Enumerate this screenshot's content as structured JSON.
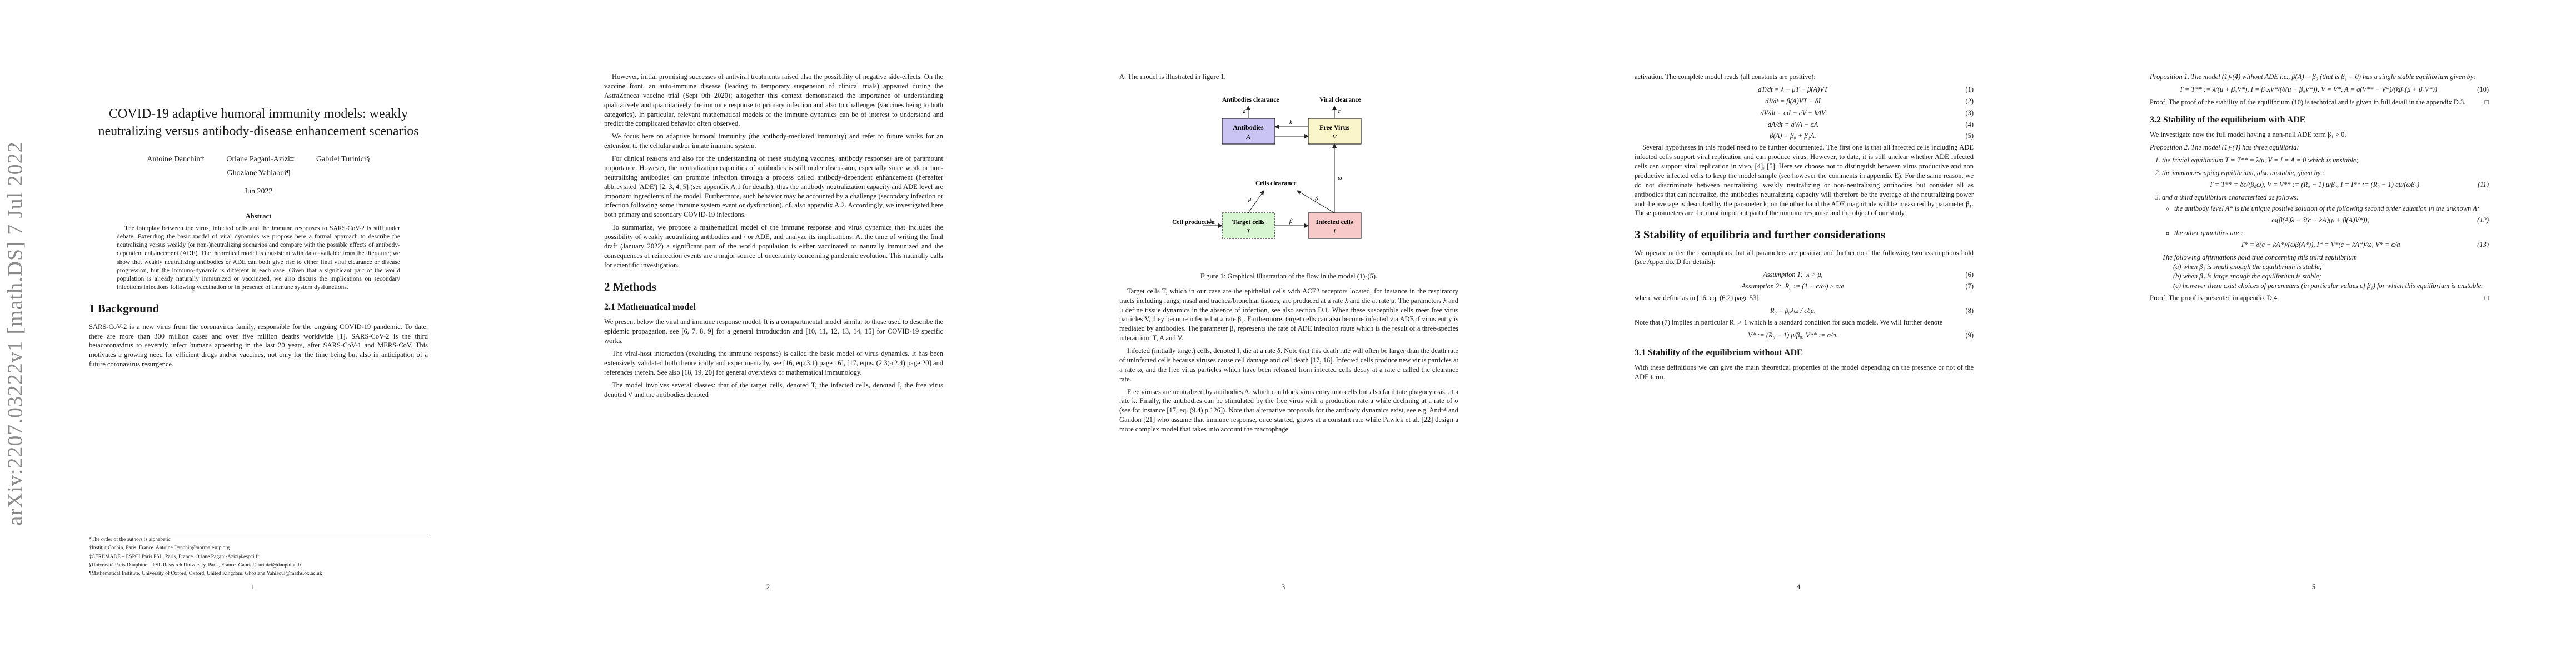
{
  "arxiv_stamp": "arXiv:2207.03222v1  [math.DS]  7 Jul 2022",
  "page1": {
    "title": "COVID-19 adaptive humoral immunity models: weakly neutralizing versus antibody-disease enhancement scenarios",
    "authors": [
      "Antoine Danchin†",
      "Oriane Pagani-Azizi‡",
      "Gabriel Turinici§"
    ],
    "author4": "Ghozlane Yahiaoui¶",
    "date": "Jun 2022",
    "abstract_title": "Abstract",
    "abstract": "The interplay between the virus, infected cells and the immune responses to SARS-CoV-2 is still under debate. Extending the basic model of viral dynamics we propose here a formal approach to describe the neutralizing versus weakly (or non-)neutralizing scenarios and compare with the possible effects of antibody-dependent enhancement (ADE). The theoretical model is consistent with data available from the literature; we show that weakly neutralizing antibodies or ADE can both give rise to either final viral clearance or disease progression, but the immuno-dynamic is different in each case. Given that a significant part of the world population is already naturally immunized or vaccinated, we also discuss the implications on secondary infections infections following vaccination or in presence of immune system dysfunctions.",
    "section1": "1   Background",
    "background": "SARS-CoV-2 is a new virus from the coronavirus family, responsible for the ongoing COVID-19 pandemic. To date, there are more than 300 million cases and over five million deaths worldwide [1]. SARS-CoV-2 is the third betacoronavirus to severely infect humans appearing in the last 20 years, after SARS-CoV-1 and MERS-CoV. This motivates a growing need for efficient drugs and/or vaccines, not only for the time being but also in anticipation of a future coronavirus resurgence.",
    "footnotes": [
      "*The order of the authors is alphabetic",
      "†Institut Cochin, Paris, France. Antoine.Danchin@normalesup.org",
      "‡CEREMADE – ESPCI Paris PSL, Paris, France. Oriane.Pagani-Azizi@espci.fr",
      "§Université Paris Dauphine – PSL Research University, Paris, France. Gabriel.Turinici@dauphine.fr",
      "¶Mathematical Institute, University of Oxford, Oxford, United Kingdom. Ghozlane.Yahiaoui@maths.ox.ac.uk"
    ],
    "page_number": "1"
  },
  "page2": {
    "paragraphs": [
      "However, initial promising successes of antiviral treatments raised also the possibility of negative side-effects. On the vaccine front, an auto-immune disease (leading to temporary suspension of clinical trials) appeared during the AstraZeneca vaccine trial (Sept 9th 2020); altogether this context demonstrated the importance of understanding qualitatively and quantitatively the immune response to primary infection and also to challenges (vaccines being to both categories). In particular, relevant mathematical models of the immune dynamics can be of interest to understand and predict the complicated behavior often observed.",
      "We focus here on adaptive humoral immunity (the antibody-mediated immunity) and refer to future works for an extension to the cellular and/or innate immune system.",
      "For clinical reasons and also for the understanding of these studying vaccines, antibody responses are of paramount importance. However, the neutralization capacities of antibodies is still under discussion, especially since weak or non-neutralizing antibodies can promote infection through a process called antibody-dependent enhancement (hereafter abbreviated 'ADE') [2, 3, 4, 5] (see appendix A.1 for details); thus the antibody neutralization capacity and ADE level are important ingredients of the model. Furthermore, such behavior may be accounted by a challenge (secondary infection or infection following some immune system event or dysfunction), cf. also appendix A.2. Accordingly, we investigated here both primary and secondary COVID-19 infections.",
      "To summarize, we propose a mathematical model of the immune response and virus dynamics that includes the possibility of weakly neutralizing antibodies and / or ADE, and analyze its implications. At the time of writing the final draft (January 2022) a significant part of the world population is either vaccinated or naturally immunized and the consequences of reinfection events are a major source of uncertainty concerning pandemic evolution. This naturally calls for scientific investigation."
    ],
    "section2": "2   Methods",
    "sub21": "2.1   Mathematical model",
    "methods": [
      "We present below the viral and immune response model. It is a compartmental model similar to those used to describe the epidemic propagation, see [6, 7, 8, 9] for a general introduction and [10, 11, 12, 13, 14, 15] for COVID-19 specific works.",
      "The viral-host interaction (excluding the immune response) is called the basic model of virus dynamics. It has been extensively validated both theoretically and experimentally, see [16, eq.(3.1) page 16], [17, eqns. (2.3)-(2.4) page 20] and references therein. See also [18, 19, 20] for general overviews of mathematical immunology.",
      "The model involves several classes: that of the target cells, denoted T, the infected cells, denoted I, the free virus denoted V and the antibodies denoted"
    ],
    "page_number": "2"
  },
  "page3": {
    "intro": "A. The model is illustrated in figure 1.",
    "figure": {
      "labels": {
        "antibodies_clearance": "Antibodies clearance",
        "viral_clearance": "Viral clearance",
        "antibodies": "Antibodies",
        "antibodies_sym": "A",
        "free_virus": "Free Virus",
        "free_virus_sym": "V",
        "cells_clearance": "Cells clearance",
        "cell_production": "Cell production",
        "target_cells": "Target cells",
        "target_sym": "T",
        "infected_cells": "Infected cells",
        "infected_sym": "I",
        "edge_lambda": "λ",
        "edge_mu": "μ",
        "edge_beta": "β",
        "edge_delta": "δ",
        "edge_k": "k",
        "edge_c": "c",
        "edge_omega": "ω",
        "edge_d": "d"
      },
      "caption": "Figure 1: Graphical illustration of the flow in the model (1)-(5)."
    },
    "paragraphs": [
      "Target cells T, which in our case are the epithelial cells with ACE2 receptors located, for instance in the respiratory tracts including lungs, nasal and trachea/bronchial tissues, are produced at a rate λ and die at rate μ. The parameters λ and μ define tissue dynamics in the absence of infection, see also section D.1. When these susceptible cells meet free virus particles V, they become infected at a rate β₀. Furthermore, target cells can also become infected via ADE if virus entry is mediated by antibodies. The parameter β₁ represents the rate of ADE infection route which is the result of a three-species interaction: T, A and V.",
      "Infected (initially target) cells, denoted I, die at a rate δ. Note that this death rate will often be larger than the death rate of uninfected cells because viruses cause cell damage and cell death [17, 16]. Infected cells produce new virus particles at a rate ω, and the free virus particles which have been released from infected cells decay at a rate c called the clearance rate.",
      "Free viruses are neutralized by antibodies A, which can block virus entry into cells but also facilitate phagocytosis, at a rate k. Finally, the antibodies can be stimulated by the free virus with a production rate a while declining at a rate of σ (see for instance [17, eq. (9.4) p.126]). Note that alternative proposals for the antibody dynamics exist, see e.g. André and Gandon [21] who assume that immune response, once started, grows at a constant rate while Pawlek et al. [22] design a more complex model that takes into account the macrophage"
    ],
    "page_number": "3"
  },
  "page4": {
    "intro": "activation. The complete model reads (all constants are positive):",
    "equations": [
      {
        "lhs": "dT/dt = λ − μT − β(A)VT",
        "num": "(1)"
      },
      {
        "lhs": "dI/dt = β(A)VT − δI",
        "num": "(2)"
      },
      {
        "lhs": "dV/dt = ωI − cV − kAV",
        "num": "(3)"
      },
      {
        "lhs": "dA/dt = aVA − σA",
        "num": "(4)"
      },
      {
        "lhs": "β(A) = β₀ + β₁A.",
        "num": "(5)"
      }
    ],
    "para1": "Several hypotheses in this model need to be further documented. The first one is that all infected cells including ADE infected cells support viral replication and can produce virus. However, to date, it is still unclear whether ADE infected cells can support viral replication in vivo, [4], [5]. Here we choose not to distinguish between virus productive and non productive infected cells to keep the model simple (see however the comments in appendix E). For the same reason, we do not discriminate between neutralizing, weakly neutralizing or non-neutralizing antibodies but consider all as antibodies that can neutralize, the antibodies neutralizing capacity will therefore be the average of the neutralizing power and the average is described by the parameter k; on the other hand the ADE magnitude will be measured by parameter β₁. These parameters are the most important part of the immune response and the object of our study.",
    "section3": "3   Stability of equilibria and further considerations",
    "para2": "We operate under the assumptions that all parameters are positive and furthermore the following two assumptions hold (see Appendix D for details):",
    "assumptions": [
      {
        "label": "Assumption 1:",
        "expr": "λ > μ,",
        "num": "(6)"
      },
      {
        "label": "Assumption 2:",
        "expr": "R₀ := (1 + c/ω) ≥ σ/a",
        "num": "(7)"
      }
    ],
    "para3": "where we define as in [16, eq. (6.2) page 53]:",
    "r0": {
      "expr": "R₀ = β₀λω / cδμ.",
      "num": "(8)"
    },
    "para4": "Note that (7) implies in particular R₀ > 1 which is a standard condition for such models. We will further denote",
    "vstar": {
      "expr": "V* := (R₀ − 1) μ/β₀, V** := σ/a.",
      "num": "(9)"
    },
    "sub31": "3.1   Stability of the equilibrium without ADE",
    "para5": "With these definitions we can give the main theoretical properties of the model depending on the presence or not of the ADE term.",
    "page_number": "4"
  },
  "page5": {
    "prop1": "Proposition 1. The model (1)-(4) without ADE i.e., β(A) = β₀ (that is β₁ = 0) has a single stable equilibrium given by:",
    "eq10": {
      "expr": "T = T** := λ/(μ + β₀V*), I = β₀λV*/(δ(μ + β₀V*)), V = V*, A = σ(V** − V*)/(kβ₀(μ + β₀V*))",
      "num": "(10)"
    },
    "proof1": "Proof. The proof of the stability of the equilibrium (10) is technical and is given in full detail in the appendix D.3.",
    "sub32": "3.2   Stability of the equilibrium with ADE",
    "para1": "We investigate now the full model having a non-null ADE term β₁ > 0.",
    "prop2": "Proposition 2. The model (1)-(4) has three equilibria:",
    "items": [
      "the trivial equilibrium T = T** = λ/μ, V = I = A = 0 which is unstable;",
      "the immunoescaping equilibrium, also unstable, given by :",
      "and a third equilibrium characterized as follows:"
    ],
    "eq11": {
      "expr": "T = T** = δc/(β₀ω), V = V** := (R₀ − 1) μ/β₀, I = I** := (R₀ − 1) cμ/(ωβ₀)",
      "num": "(11)"
    },
    "bullets": [
      "the antibody level A* is the unique positive solution of the following second order equation in the unknown A:",
      "the other quantities are :"
    ],
    "eq12": {
      "expr": "ω(β(A)λ − δ(c + kA)(μ + β(A)V*)),",
      "num": "(12)"
    },
    "eq13": {
      "expr": "T* = δ(c + kA*)/(ωβ(A*)), I* = V*(c + kA*)/ω, V* = σ/a",
      "num": "(13)"
    },
    "conditions_intro": "The following affirmations hold true concerning this third equilibrium",
    "conditions": [
      "(a) when β₁ is small enough the equilibrium is stable;",
      "(b) when β₁ is large enough the equilibrium is stable;",
      "(c) however there exist choices of parameters (in particular values of β₁) for which this equilibrium is unstable."
    ],
    "proof2": "Proof. The proof is presented in appendix D.4",
    "page_number": "5"
  }
}
